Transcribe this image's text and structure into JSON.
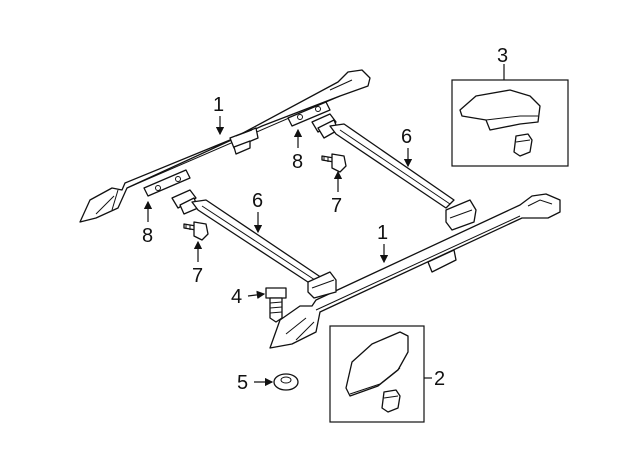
{
  "callouts": {
    "rail_left": "1",
    "rail_right": "1",
    "front_cover_kit": "2",
    "rear_cover_kit": "3",
    "bolt": "4",
    "nut": "5",
    "crossbar_rear": "6",
    "crossbar_front": "6",
    "screw_rear": "7",
    "screw_front": "7",
    "bracket_left": "8",
    "bracket_right": "8"
  }
}
